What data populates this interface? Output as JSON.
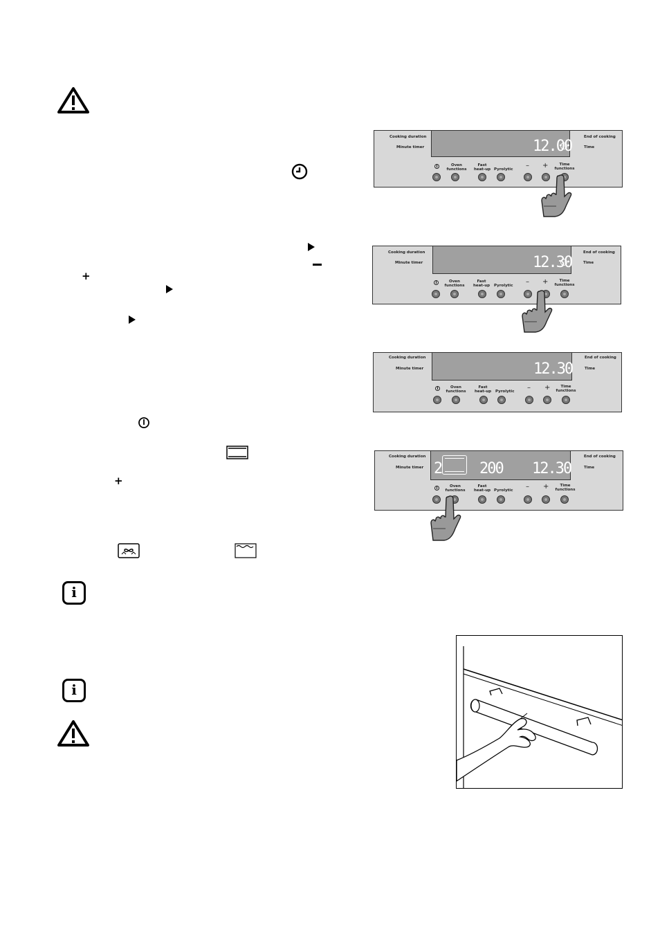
{
  "panel_labels": {
    "cooking_duration": "Cooking duration",
    "minute_timer": "Minute timer",
    "end_of_cooking": "End of cooking",
    "time": "Time",
    "oven_functions": "Oven\nfunctions",
    "fast_heat_up": "Fast\nheat-up",
    "pyrolytic": "Pyrolytic",
    "minus": "–",
    "plus": "+",
    "time_functions": "Time\nfunctions"
  },
  "panels": [
    {
      "display_time": "12.00",
      "show_clock": true,
      "pressed": "time-functions-button"
    },
    {
      "display_time": "12.30",
      "show_clock": true,
      "pressed": "plus-button"
    },
    {
      "display_time": "12.30",
      "show_clock": false,
      "pressed": ""
    },
    {
      "display_time": "12.30",
      "show_clock": false,
      "pressed": "oven-functions-button",
      "display_level": "2",
      "display_temperature": "200"
    }
  ],
  "icons": {
    "warning": "warning-triangle-icon",
    "clock": "clock-icon",
    "play": "play-arrow-icon",
    "minus": "minus-symbol",
    "plus": "plus-symbol",
    "power": "power-icon",
    "conventional": "conventional-heating-icon",
    "fan_grill": "fan-grill-icon",
    "top_heat": "top-heat-icon",
    "info": "info-icon"
  }
}
